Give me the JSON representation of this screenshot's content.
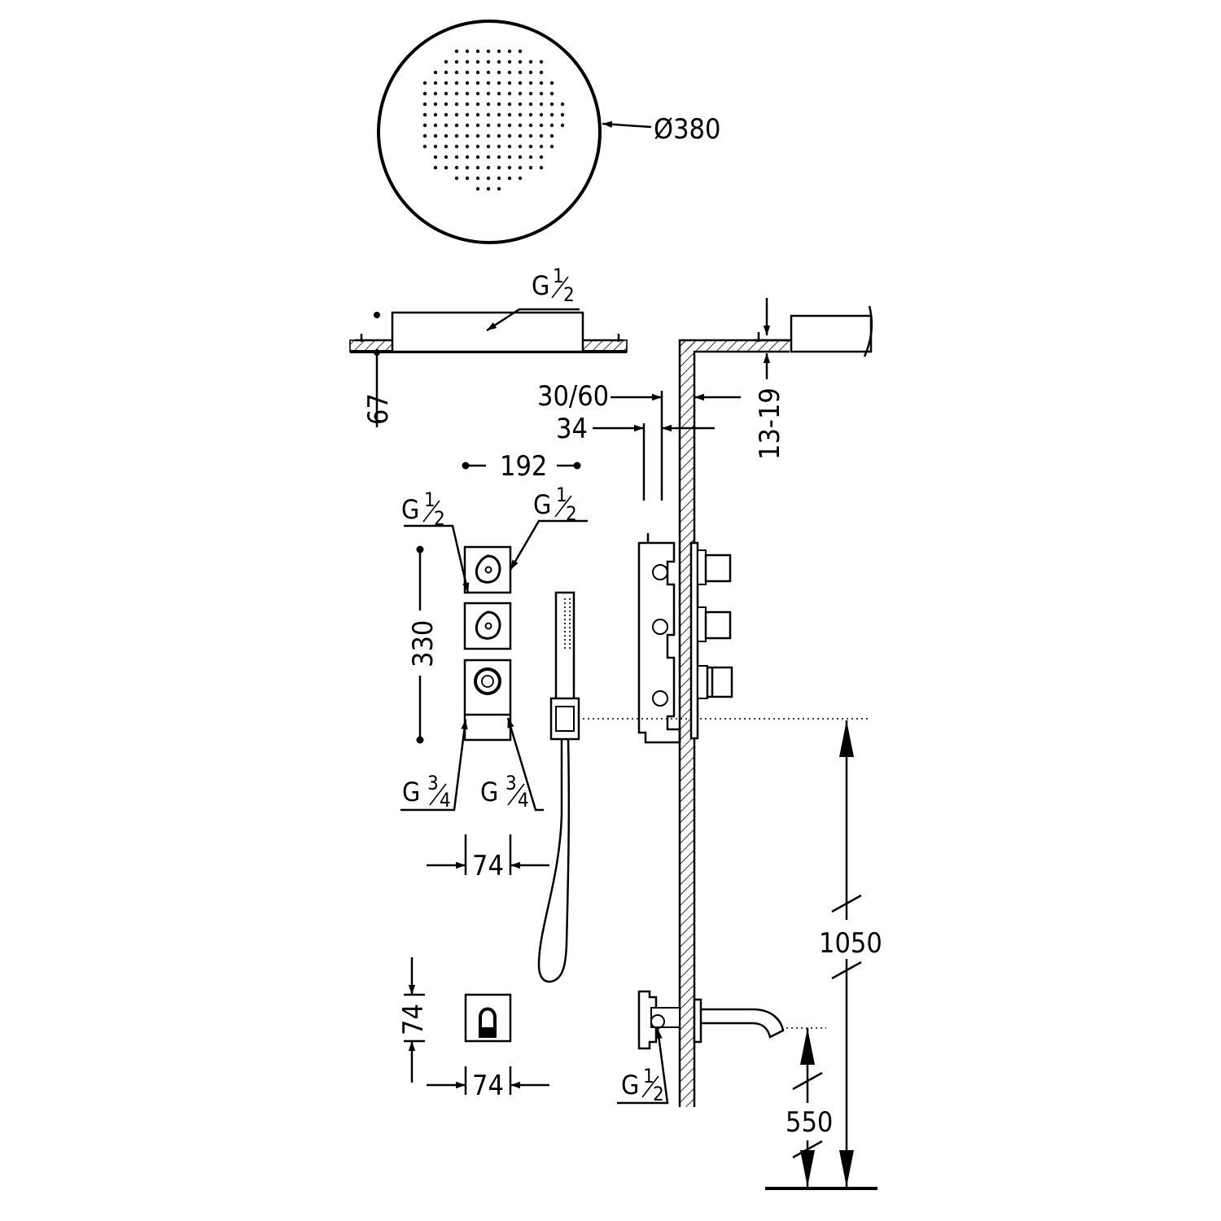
{
  "dimensions": {
    "head_diameter": "Ø380",
    "head_thickness": "67",
    "wall_thickness": "30/60",
    "plate_depth": "34",
    "ceiling_gap": "13-19",
    "valve_spacing": "192",
    "valve_height": "330",
    "valve_width": "74",
    "holder_width": "74",
    "holder_height": "74",
    "valve_elevation": "1050",
    "spout_elevation": "550"
  },
  "threads": {
    "half": {
      "prefix": "G",
      "num": "1",
      "den": "2"
    },
    "three_quarter": {
      "prefix": "G",
      "num": "3",
      "den": "4"
    }
  },
  "colors": {
    "line": "#000000",
    "background": "#ffffff"
  }
}
